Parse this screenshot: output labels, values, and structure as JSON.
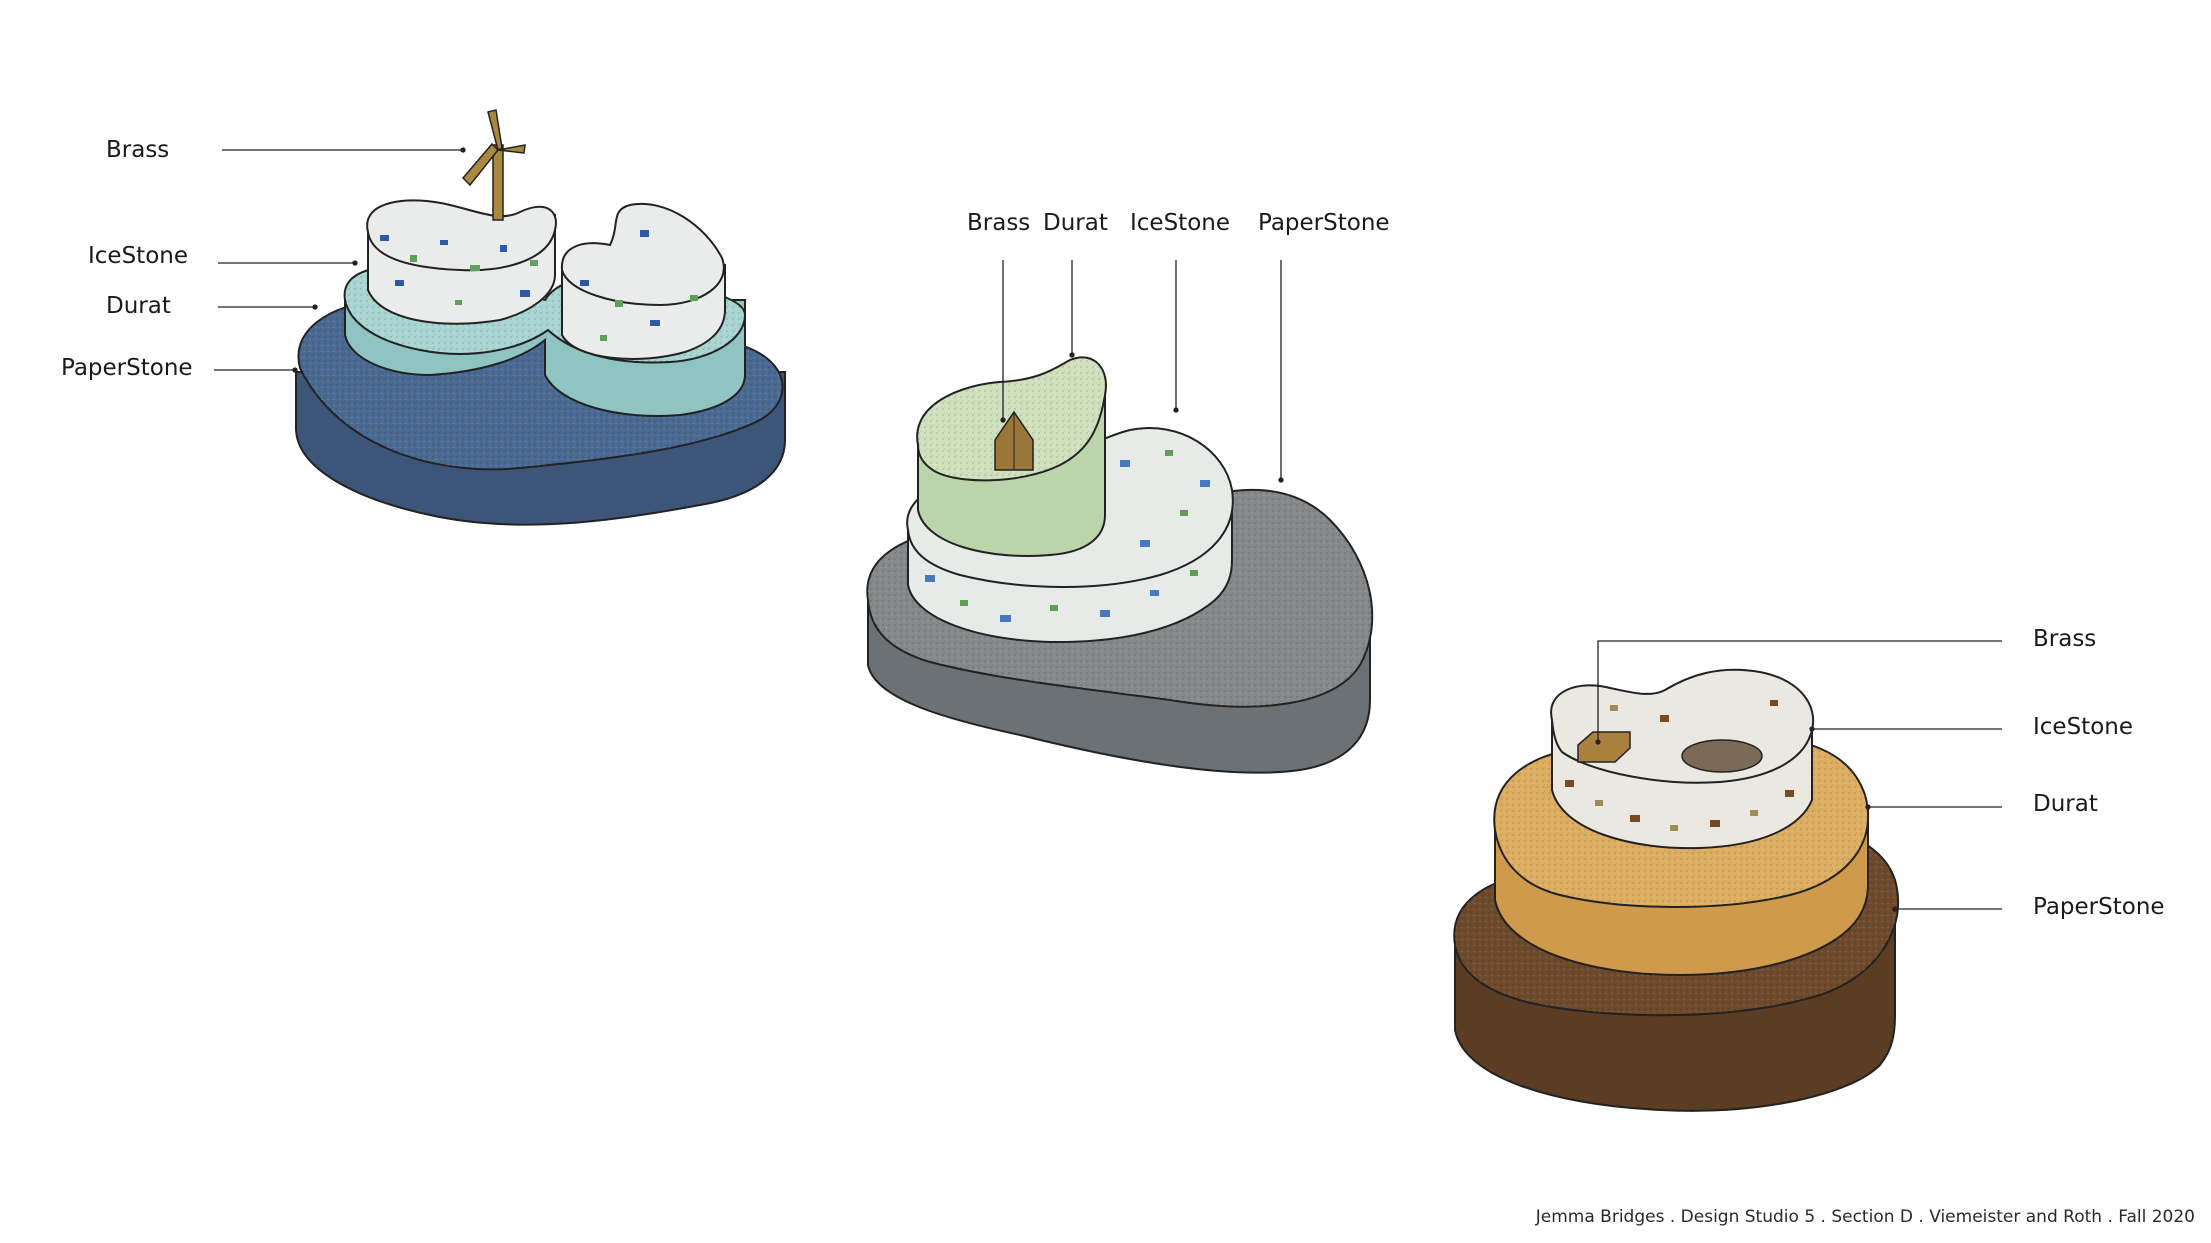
{
  "models": [
    {
      "labels": {
        "brass": "Brass",
        "icestone": "IceStone",
        "durat": "Durat",
        "paperstone": "PaperStone"
      },
      "colors": {
        "base": "#3d5578",
        "base_top": "#4a6a93",
        "durat": "#8fc4c2",
        "durat_top": "#a9d6d3",
        "icestone": "#e9ecea",
        "chip_a": "#2f58a6",
        "chip_b": "#5fa05b",
        "brass": "#a8893f"
      }
    },
    {
      "labels": {
        "brass": "Brass",
        "durat": "Durat",
        "icestone": "IceStone",
        "paperstone": "PaperStone"
      },
      "colors": {
        "base": "#6c7175",
        "base_top": "#85898c",
        "icestone": "#e6ebe8",
        "durat": "#bcd4a9",
        "durat_top": "#cfe1bd",
        "chip_a": "#4878c0",
        "chip_b": "#5f9e54",
        "brass": "#9a7638"
      }
    },
    {
      "labels": {
        "brass": "Brass",
        "icestone": "IceStone",
        "durat": "Durat",
        "paperstone": "PaperStone"
      },
      "colors": {
        "base": "#5b3d24",
        "base_top": "#6e4a2d",
        "durat": "#cf9a4c",
        "durat_top": "#ddae62",
        "icestone": "#ebe7e1",
        "chip_a": "#7a4a22",
        "chip_b": "#9c8c56",
        "brass": "#a9803e"
      }
    }
  ],
  "credit": "Jemma Bridges . Design Studio 5 . Section D . Viemeister and Roth . Fall 2020"
}
